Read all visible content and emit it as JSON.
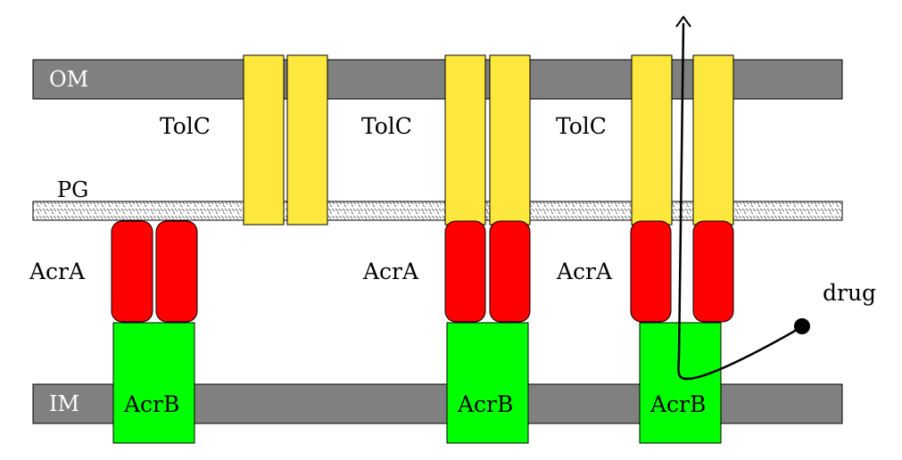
{
  "labels": {
    "om": "OM",
    "pg": "PG",
    "im": "IM",
    "tolc": "TolC",
    "acra": "AcrA",
    "acrb": "AcrB",
    "drug": "drug"
  },
  "colors": {
    "membrane": "#808080",
    "tolc": "#FFE83D",
    "acra": "#FF0000",
    "acrb": "#00FF00",
    "outline": "#000000",
    "membrane_label": "#ffffff"
  }
}
